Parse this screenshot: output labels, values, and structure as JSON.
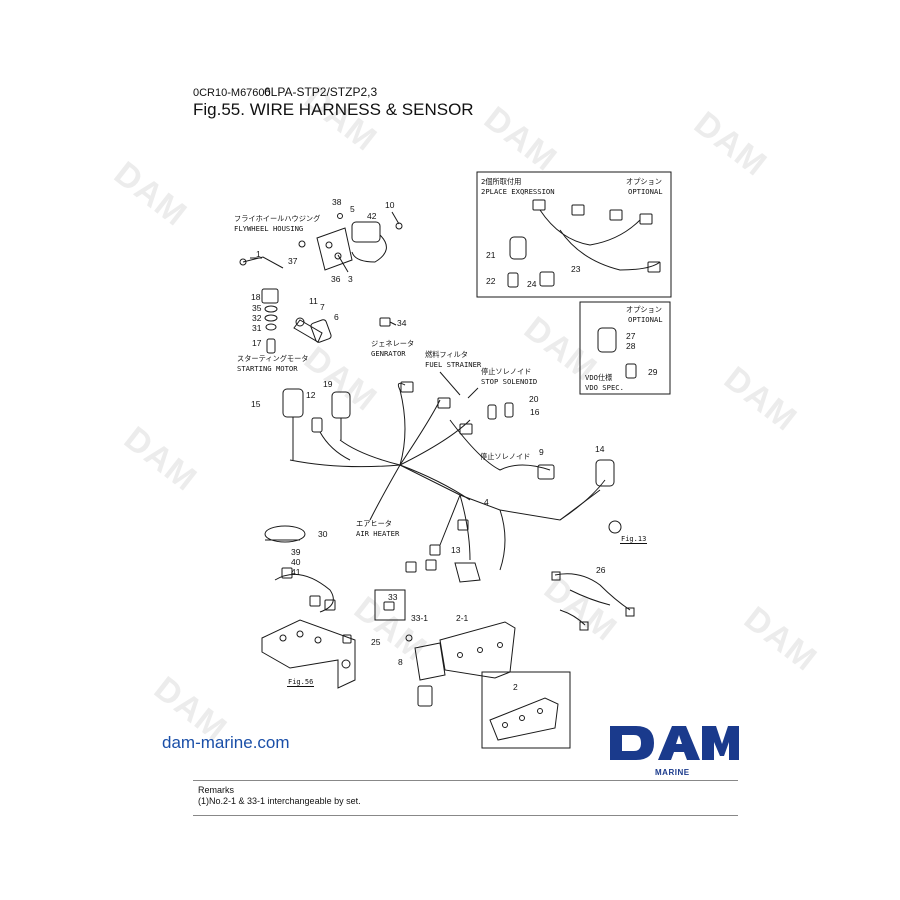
{
  "header": {
    "code": "0CR10-M67600",
    "model": "6LPA-STP2/STZP2,3",
    "title": "Fig.55.  WIRE HARNESS & SENSOR"
  },
  "labels": {
    "flywheel_jp": "フライホイールハウジング",
    "flywheel_en": "FLYWHEEL HOUSING",
    "starting_jp": "スターティングモータ",
    "starting_en": "STARTING MOTOR",
    "generator_jp": "ジェネレータ",
    "generator_en": "GENRATOR",
    "fuel_jp": "燃料フィルタ",
    "fuel_en": "FUEL STRAINER",
    "stop_jp": "停止ソレノイド",
    "stop_en": "STOP SOLENOID",
    "stop2_jp": "停止ソレノイド",
    "air_jp": "エアヒータ",
    "air_en": "AIR HEATER",
    "twoplace_jp": "2個所取付用",
    "twoplace_en": "2PLACE EXQRESSION",
    "opt1_jp": "オプション",
    "opt1_en": "OPTIONAL",
    "opt2_jp": "オプション",
    "opt2_en": "OPTIONAL",
    "vdo_jp": "VDO仕様",
    "vdo_en": "VDO SPEC."
  },
  "part_numbers": {
    "n1": "1",
    "n2": "2",
    "n2_1": "2-1",
    "n3": "3",
    "n4": "4",
    "n5": "5",
    "n6": "6",
    "n7": "7",
    "n8": "8",
    "n9": "9",
    "n10": "10",
    "n11": "11",
    "n12": "12",
    "n13": "13",
    "n14": "14",
    "n15": "15",
    "n16": "16",
    "n17": "17",
    "n18": "18",
    "n19": "19",
    "n20": "20",
    "n21": "21",
    "n22": "22",
    "n23": "23",
    "n24": "24",
    "n25": "25",
    "n26": "26",
    "n27": "27",
    "n28": "28",
    "n29": "29",
    "n30": "30",
    "n31": "31",
    "n32": "32",
    "n33": "33",
    "n33_1": "33-1",
    "n34": "34",
    "n35": "35",
    "n36": "36",
    "n37": "37",
    "n38": "38",
    "n39": "39",
    "n40": "40",
    "n41": "41",
    "n42": "42"
  },
  "fig_refs": {
    "fig13": "Fig.13",
    "fig56": "Fig.56"
  },
  "site_link": "dam-marine.com",
  "logo": {
    "name": "DAM",
    "sub": "MARINE",
    "color": "#1a3a8c"
  },
  "watermark": "DAM",
  "remarks": {
    "title": "Remarks",
    "note": "(1)No.2-1 & 33-1 interchangeable by set."
  }
}
